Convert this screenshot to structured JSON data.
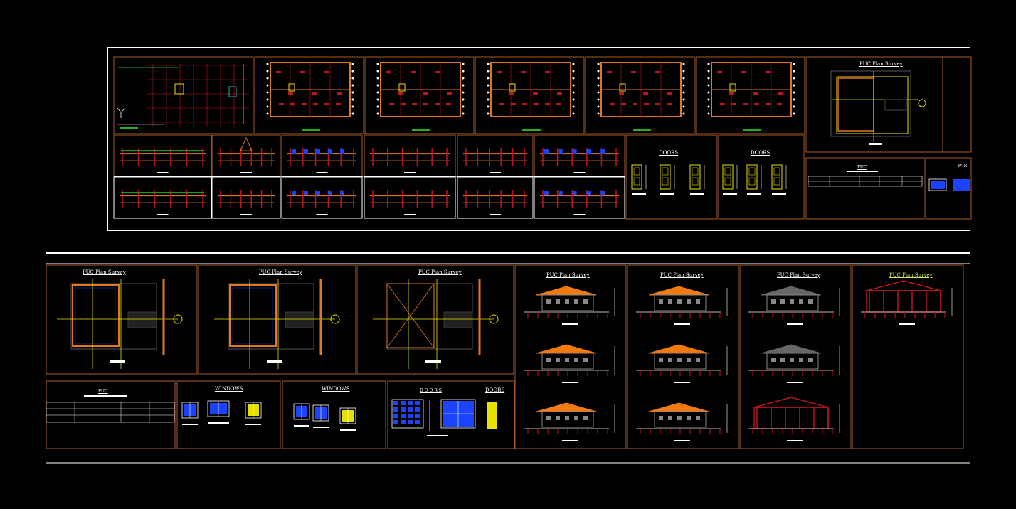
{
  "sheet": {
    "background": "#000000",
    "frame_color": "#ffffff",
    "panel_border_color": "#a65a2a",
    "accent_colors": {
      "wall_orange": "#e07820",
      "grid_red": "#c0141e",
      "axis_yellow": "#e8e000",
      "window_blue": "#1c44ff",
      "green_band": "#22b022",
      "roof_orange": "#f07a10"
    }
  },
  "top_sheet": {
    "title_block_plan": "PUC Plan Survey",
    "door_titles": [
      "DOORS",
      "DOORS"
    ],
    "title_block_label": "PUC",
    "clipped_label": "WIN"
  },
  "bottom_sheet": {
    "plan_titles": [
      "PUC Plan Survey",
      "PUC Plan Survey",
      "PUC Plan Survey"
    ],
    "elevation_titles": [
      "PUC Plan Survey",
      "PUC Plan Survey",
      "PUC Plan Survey",
      "PUC Plan Survey"
    ],
    "title_block_label": "PUC",
    "window_titles": [
      "WINDOWS",
      "WINDOWS"
    ],
    "door_titles": [
      "D O O R S",
      "DOORS"
    ]
  }
}
